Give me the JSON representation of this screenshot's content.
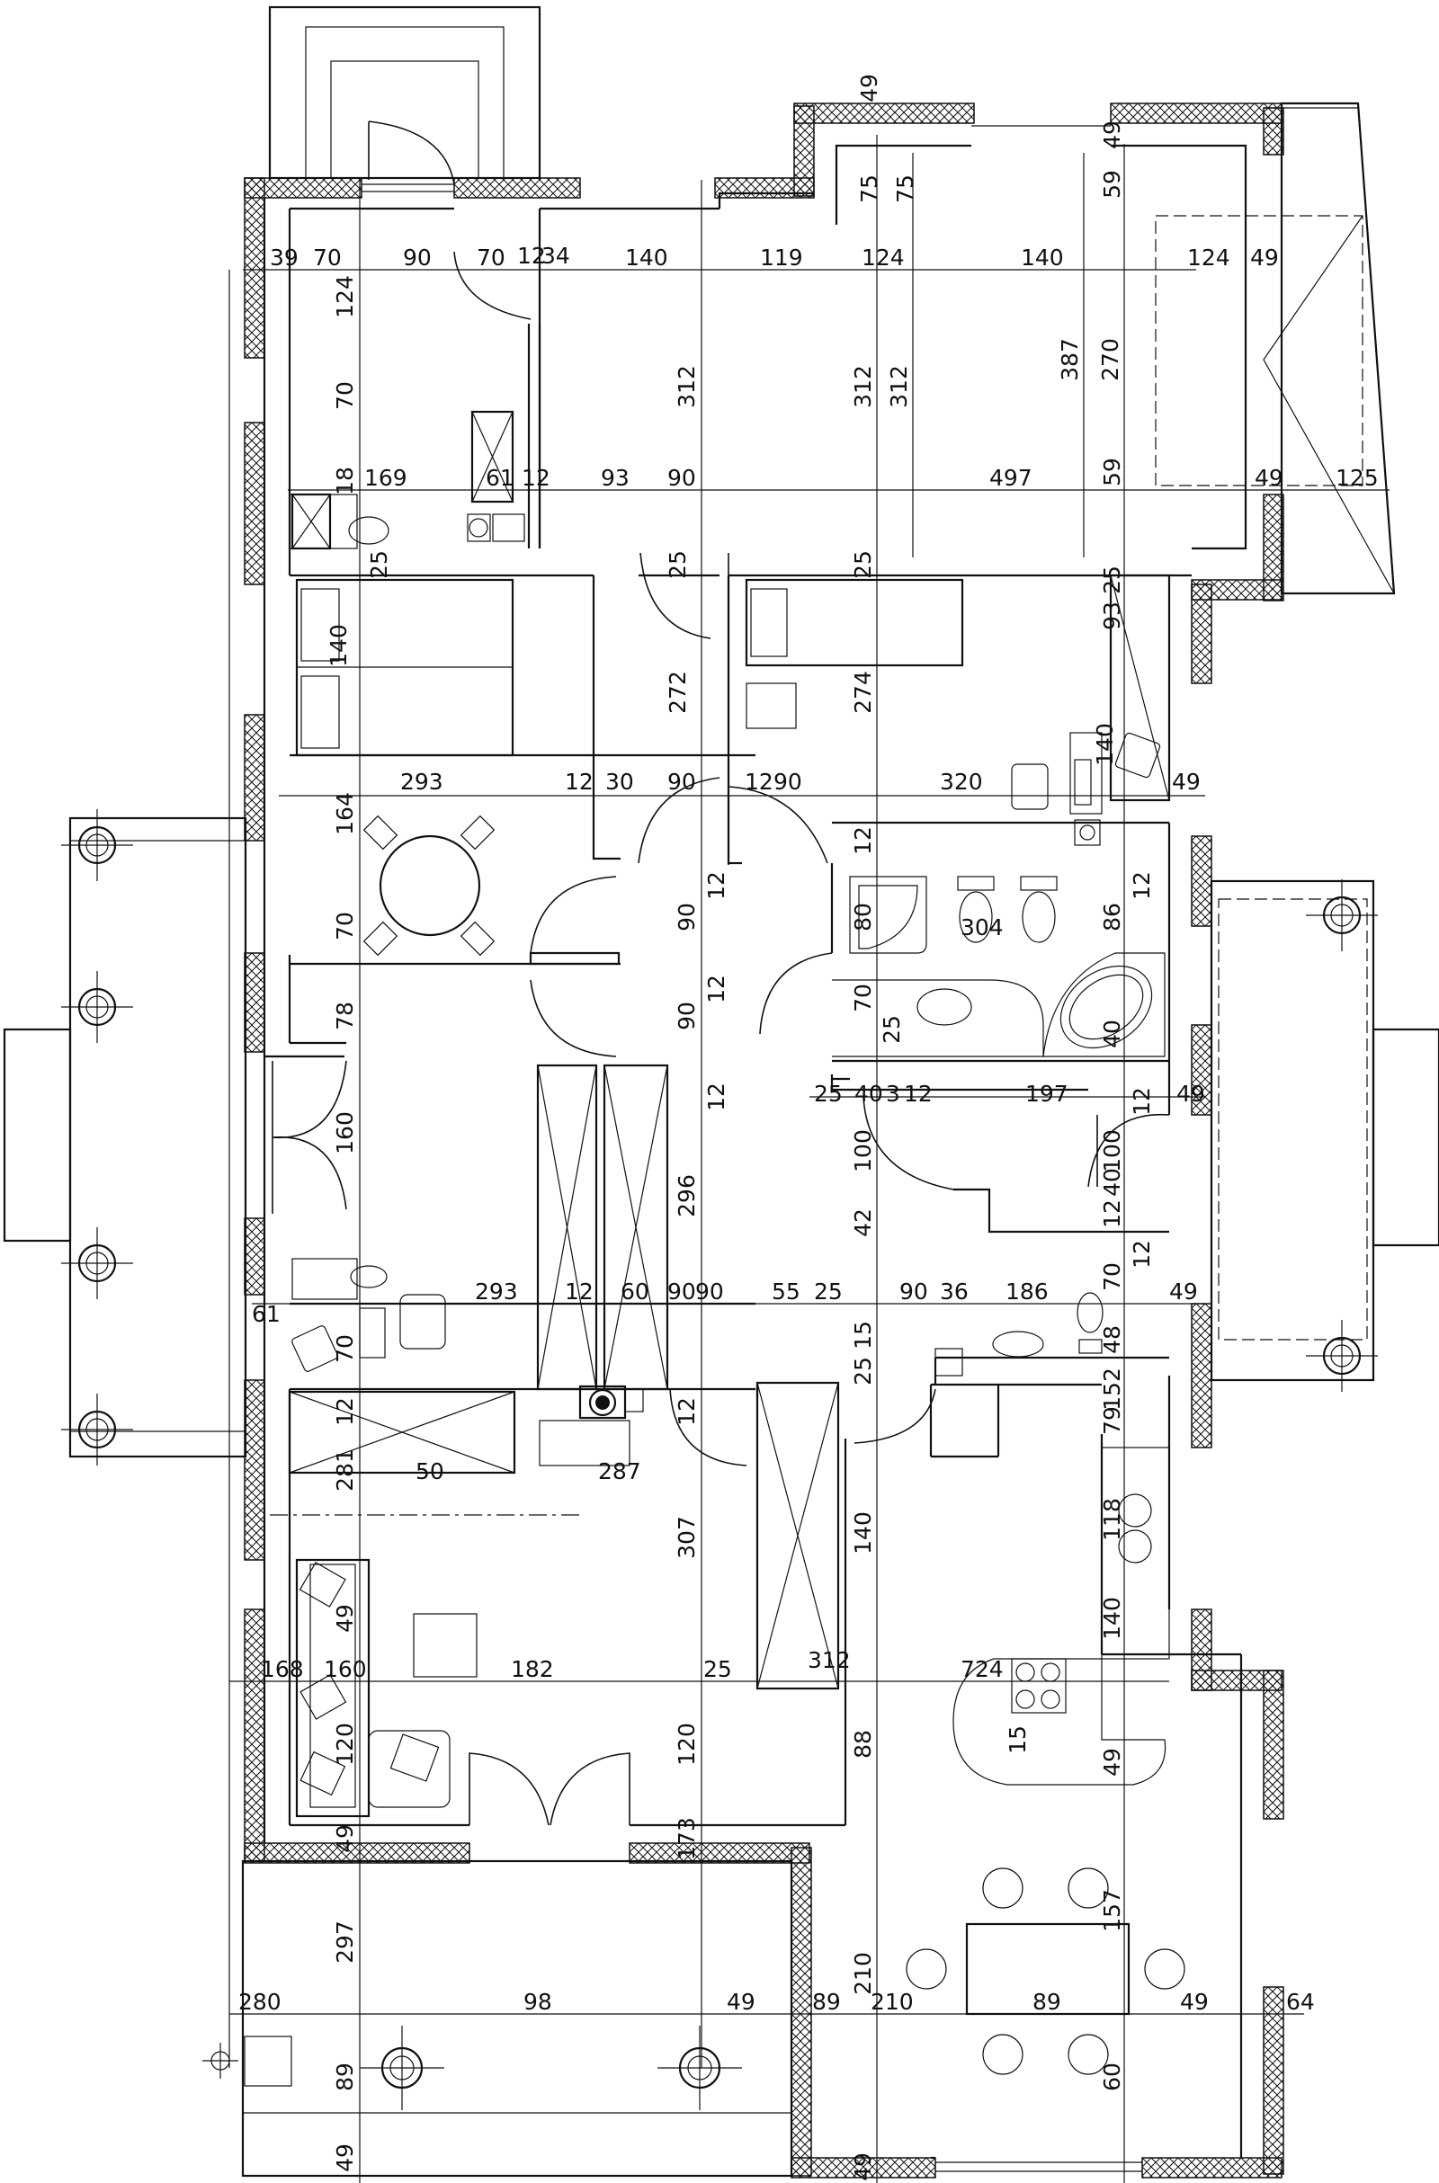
{
  "drawing": {
    "colors": {
      "line": "#111111",
      "background": "#ffffff"
    },
    "dimension_labels": [
      "49",
      "49",
      "75",
      "75",
      "59",
      "39",
      "70",
      "90",
      "70",
      "12",
      "34",
      "140",
      "119",
      "124",
      "140",
      "124",
      "49",
      "124",
      "70",
      "312",
      "312",
      "312",
      "387",
      "270",
      "18",
      "169",
      "61",
      "12",
      "93",
      "90",
      "497",
      "59",
      "49",
      "125",
      "25",
      "25",
      "25",
      "93",
      "25",
      "140",
      "272",
      "274",
      "140",
      "293",
      "12",
      "30",
      "90",
      "12",
      "90",
      "320",
      "49",
      "164",
      "12",
      "90",
      "12",
      "80",
      "304",
      "86",
      "70",
      "12",
      "90",
      "12",
      "70",
      "25",
      "40",
      "78",
      "12",
      "25",
      "40",
      "3",
      "12",
      "197",
      "12",
      "49",
      "160",
      "100",
      "100",
      "42",
      "12",
      "40",
      "296",
      "90",
      "293",
      "12",
      "60",
      "90",
      "55",
      "25",
      "90",
      "36",
      "186",
      "70",
      "12",
      "61",
      "49",
      "70",
      "48",
      "15",
      "25",
      "12",
      "79",
      "12",
      "152",
      "281",
      "50",
      "287",
      "307",
      "140",
      "118",
      "140",
      "49",
      "168",
      "160",
      "182",
      "25",
      "312",
      "724",
      "15",
      "120",
      "120",
      "88",
      "49",
      "49",
      "173",
      "297",
      "210",
      "157",
      "280",
      "98",
      "49",
      "89",
      "210",
      "89",
      "49",
      "64",
      "89",
      "60",
      "49",
      "49"
    ]
  }
}
